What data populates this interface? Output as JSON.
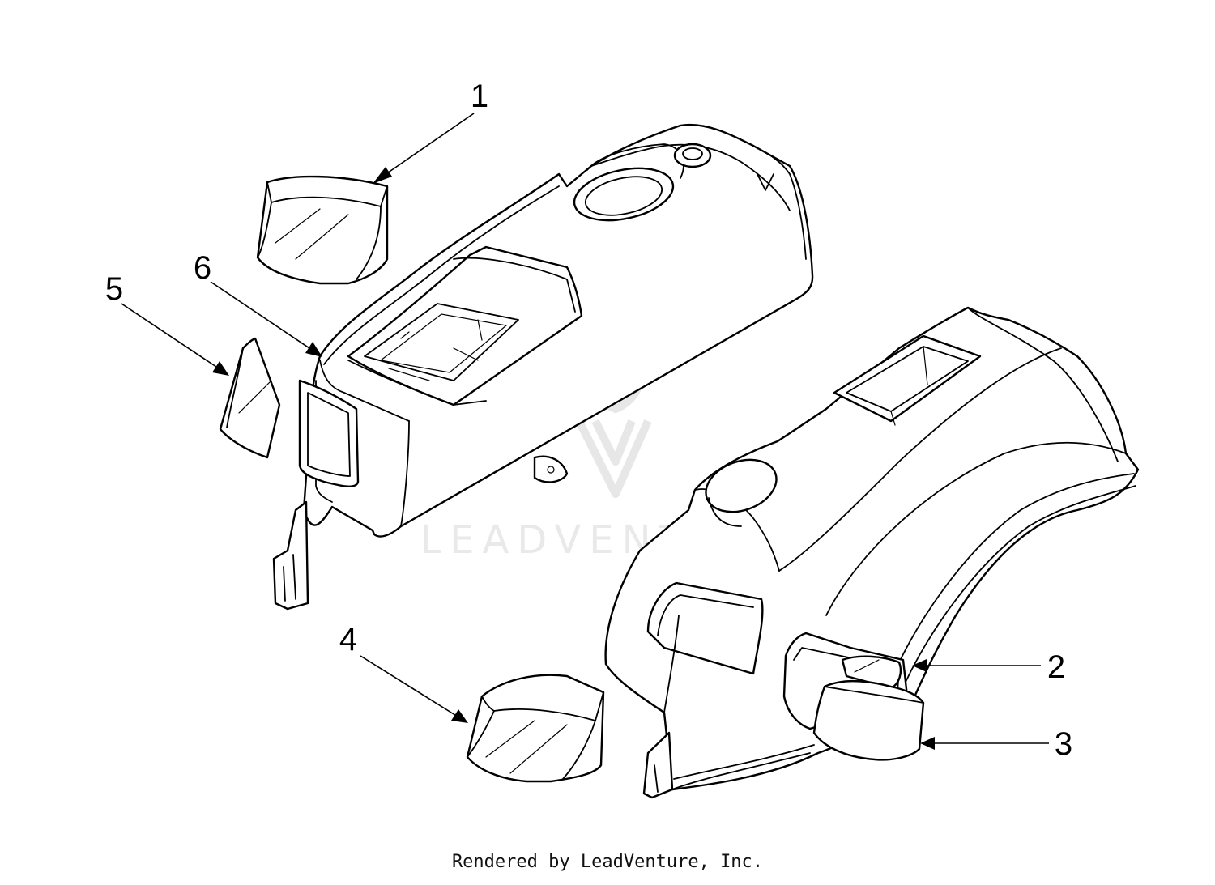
{
  "callouts": [
    {
      "id": "1",
      "label": "1"
    },
    {
      "id": "2",
      "label": "2"
    },
    {
      "id": "3",
      "label": "3"
    },
    {
      "id": "4",
      "label": "4"
    },
    {
      "id": "5",
      "label": "5"
    },
    {
      "id": "6",
      "label": "6"
    }
  ],
  "watermark": {
    "text": "LEADVENTURE"
  },
  "footer": {
    "credit": "Rendered by LeadVenture, Inc."
  }
}
